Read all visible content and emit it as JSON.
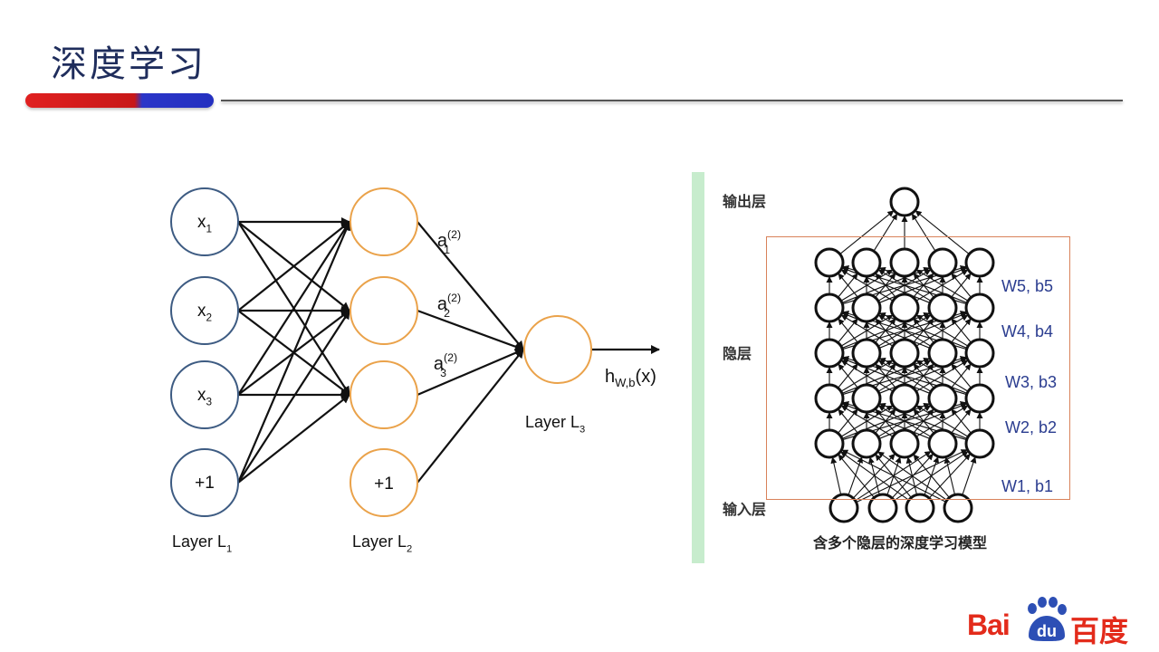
{
  "slide": {
    "title": "深度学习"
  },
  "left_diagram": {
    "input_nodes": [
      {
        "base": "x",
        "sub": "1"
      },
      {
        "base": "x",
        "sub": "2"
      },
      {
        "base": "x",
        "sub": "3"
      },
      {
        "base": "+1",
        "sub": ""
      }
    ],
    "hidden_nodes": [
      {
        "label": ""
      },
      {
        "label": ""
      },
      {
        "label": ""
      },
      {
        "label": "+1"
      }
    ],
    "activation_labels": [
      {
        "base": "a",
        "sub": "1",
        "sup": "(2)"
      },
      {
        "base": "a",
        "sub": "2",
        "sup": "(2)"
      },
      {
        "base": "a",
        "sub": "3",
        "sup": "(2)"
      }
    ],
    "layer_labels": [
      {
        "base": "Layer L",
        "sub": "1"
      },
      {
        "base": "Layer L",
        "sub": "2"
      },
      {
        "base": "Layer L",
        "sub": "3"
      }
    ],
    "output": {
      "base": "h",
      "sub": "W,b",
      "tail": "(x)"
    },
    "colors": {
      "input": "#3d5b82",
      "hidden": "#eaa24a",
      "edge": "#111111"
    }
  },
  "right_diagram": {
    "row_labels": {
      "output": "输出层",
      "hidden": "隐层",
      "input": "输入层"
    },
    "weight_labels": [
      "W5, b5",
      "W4, b4",
      "W3, b3",
      "W2, b2",
      "W1, b1"
    ],
    "caption": "含多个隐层的深度学习模型",
    "counts": {
      "output_nodes": 1,
      "hidden_layers": 5,
      "hidden_nodes_per_layer": 5,
      "input_nodes": 4
    },
    "colors": {
      "frame": "#d9825a",
      "label": "#2a3c8f",
      "green_bar": "#c7eccd"
    }
  },
  "logo": {
    "text_bai": "Bai",
    "text_du": "du",
    "text_cn": "百度",
    "color": "#e32b1b",
    "paw_color": "#2d4fb5"
  }
}
